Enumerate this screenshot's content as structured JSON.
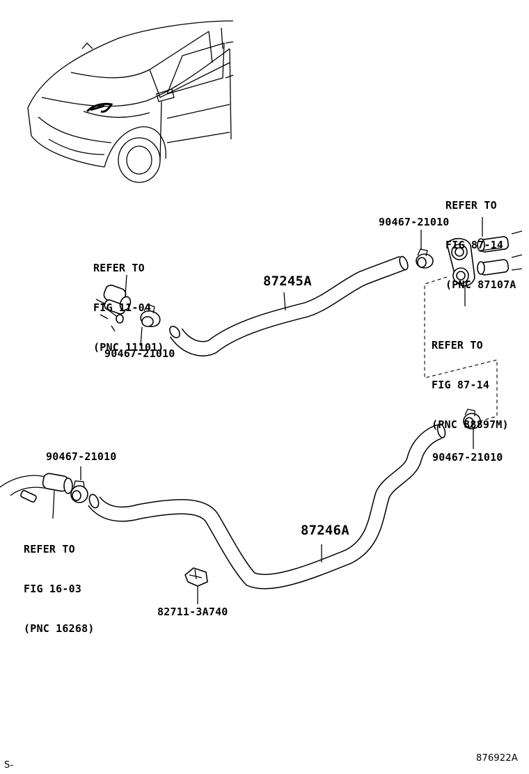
{
  "labels": {
    "ref_engine": [
      "REFER TO",
      "FIG 11-04",
      "(PNC 11101)"
    ],
    "ref_pipe_upper": [
      "REFER TO",
      "FIG 87-14",
      "(PNC 87107A"
    ],
    "ref_grommet": [
      "REFER TO",
      "FIG 87-14",
      "(PNC 88897M)"
    ],
    "ref_lower": [
      "REFER TO",
      "FIG 16-03",
      "(PNC 16268)"
    ],
    "hose_upper": "87245A",
    "hose_lower": "87246A",
    "clamp_top_right": "90467-21010",
    "clamp_upper_left": "90467-21010",
    "clamp_lower_left": "90467-21010",
    "clamp_lower_right": "90467-21010",
    "clip": "82711-3A740",
    "footer_left": "S-",
    "footer_right": "876922A"
  }
}
